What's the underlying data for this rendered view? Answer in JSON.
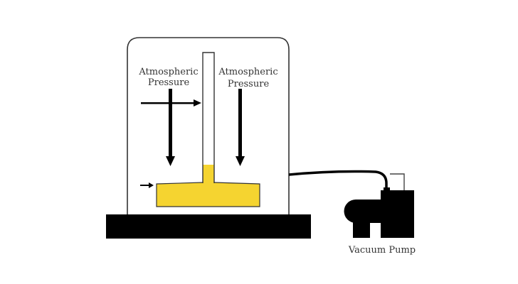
{
  "diagram": {
    "type": "vacuum-chamber-barometer",
    "labels": {
      "left_pressure_line1": "Atmospheric",
      "left_pressure_line2": "Pressure",
      "right_pressure_line1": "Atmospheric",
      "right_pressure_line2": "Pressure",
      "pump": "Vacuum Pump"
    },
    "colors": {
      "liquid": "#f5d430",
      "base": "#000000",
      "outline": "#333333",
      "background": "#ffffff"
    }
  }
}
